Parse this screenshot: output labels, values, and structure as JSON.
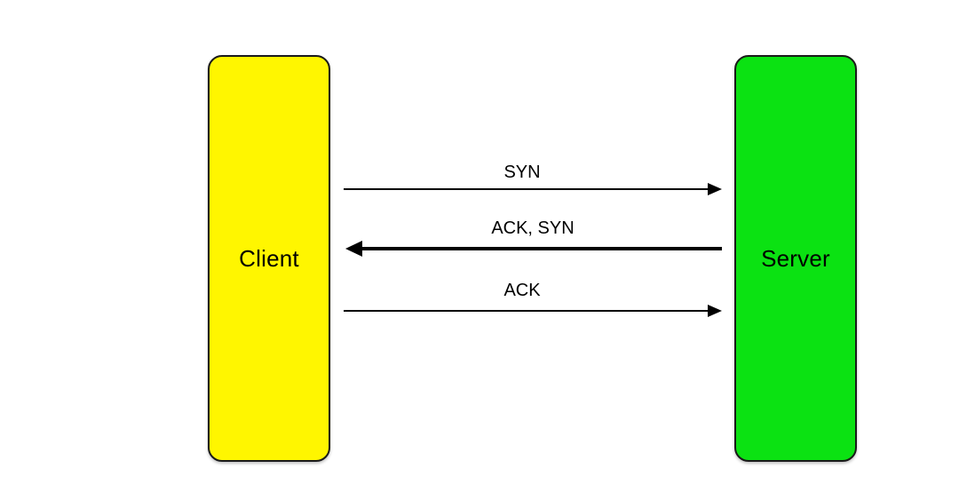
{
  "diagram": {
    "kind": "sequence-diagram"
  },
  "nodes": {
    "client": {
      "label": "Client"
    },
    "server": {
      "label": "Server"
    }
  },
  "messages": [
    {
      "label": "SYN",
      "from": "client",
      "to": "server",
      "direction": "right",
      "emphasis": "normal"
    },
    {
      "label": "ACK, SYN",
      "from": "server",
      "to": "client",
      "direction": "left",
      "emphasis": "bold"
    },
    {
      "label": "ACK",
      "from": "client",
      "to": "server",
      "direction": "right",
      "emphasis": "normal"
    }
  ],
  "colors": {
    "client_fill": "#FFF600",
    "server_fill": "#0BE212",
    "stroke": "#1A1A1A",
    "arrow_color": "#000000",
    "text_color": "#000000",
    "background": "#FFFFFF"
  }
}
